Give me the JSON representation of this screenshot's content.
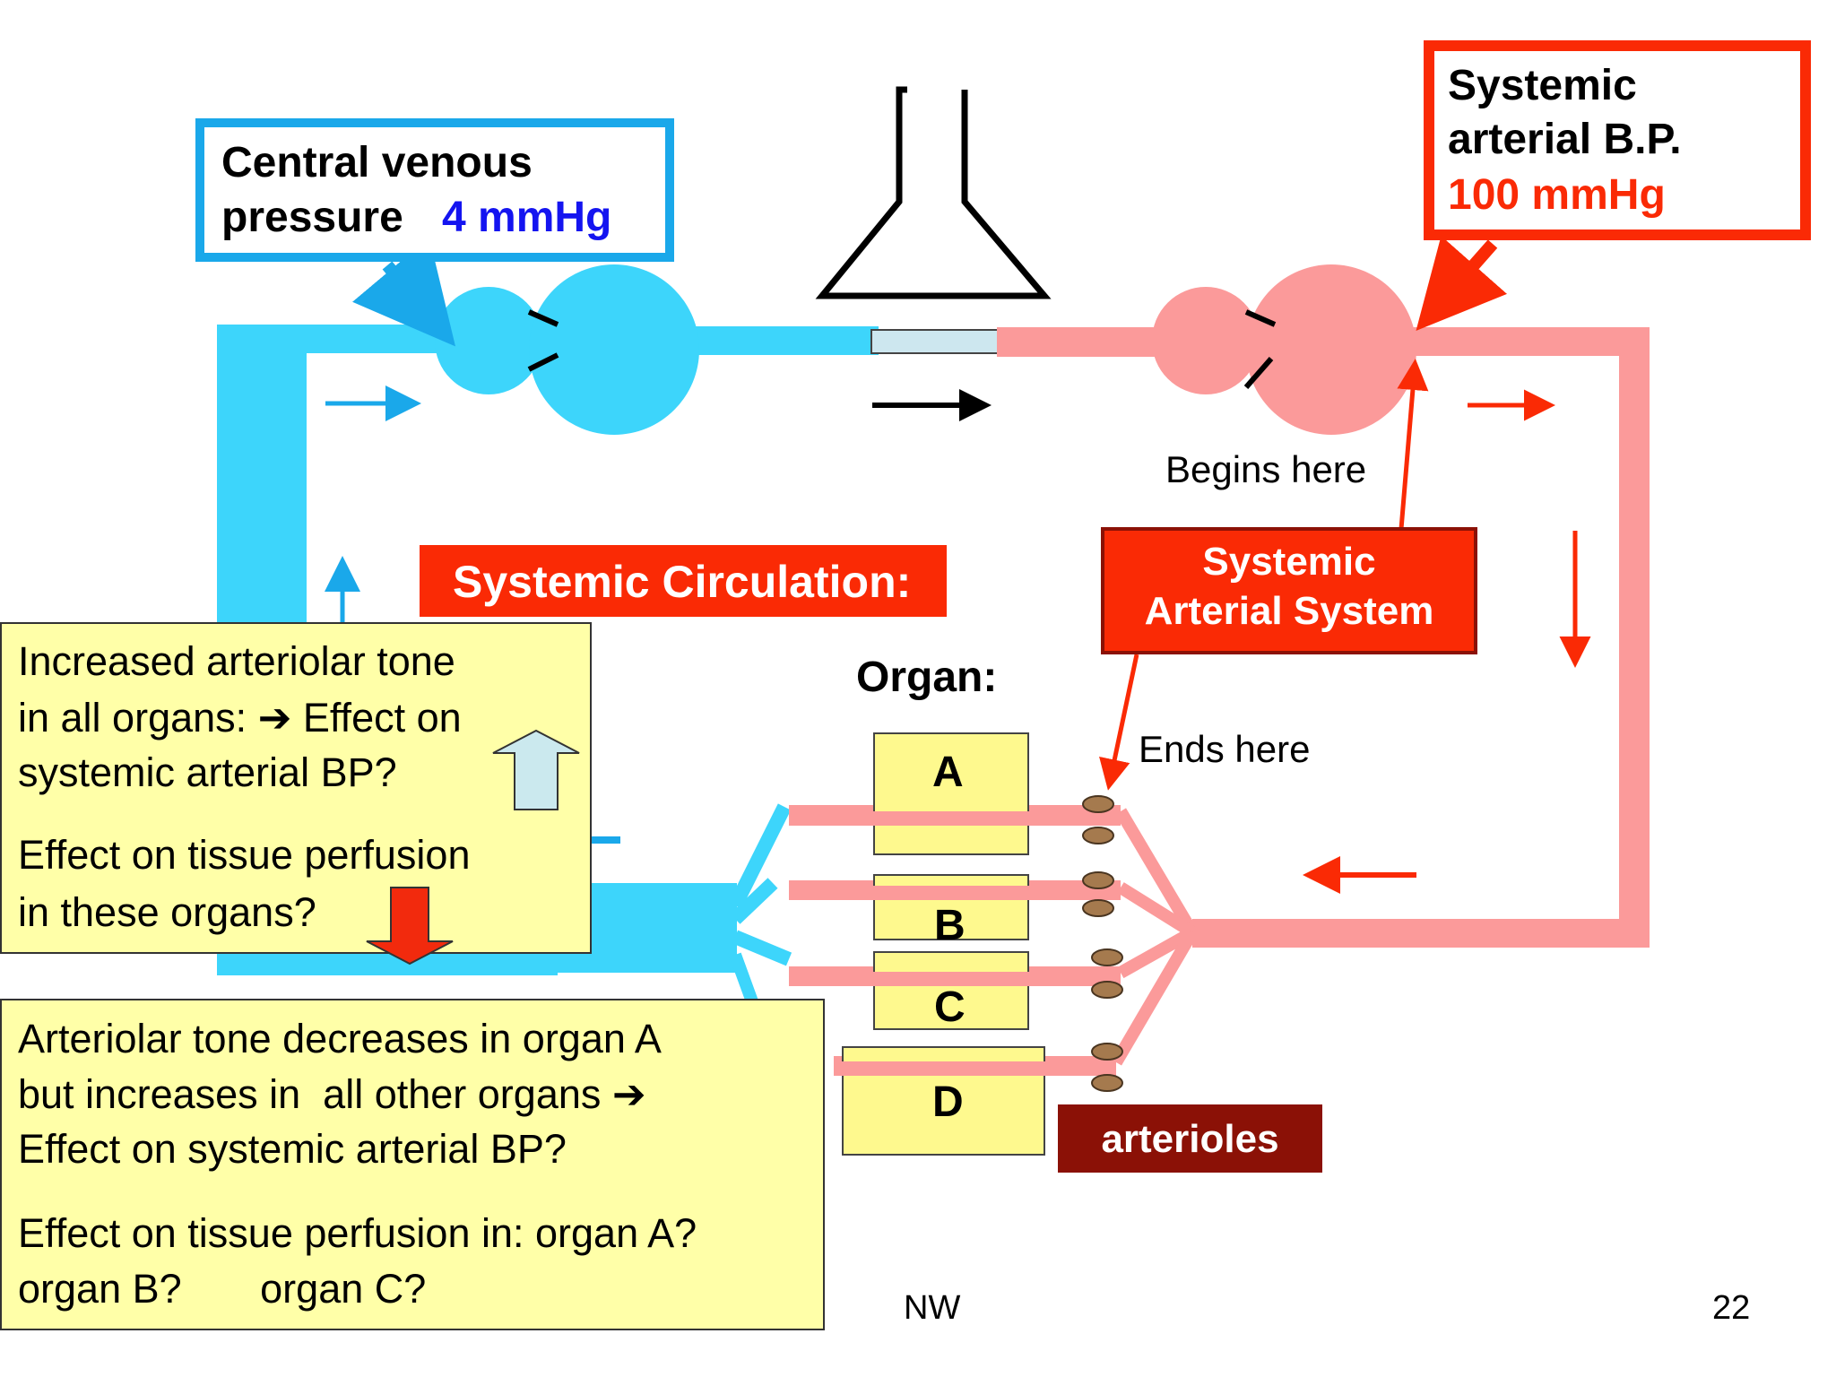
{
  "cvp": {
    "label_line1": "Central venous",
    "label_line2": "pressure",
    "value": "4 mmHg"
  },
  "sabp": {
    "line1": "Systemic",
    "line2": "arterial B.P.",
    "value": "100 mmHg"
  },
  "flow": {
    "begins": "Begins here",
    "ends": "Ends here"
  },
  "title": "Systemic Circulation:",
  "arterial_system": {
    "line1": "Systemic",
    "line2": "Arterial System"
  },
  "organ_heading": "Organ:",
  "organs": [
    "A",
    "B",
    "C",
    "D"
  ],
  "arterioles_label": "arterioles",
  "question1": {
    "line1": "Increased arteriolar tone",
    "line2": "in all organs: ➔ Effect on",
    "line3": "systemic arterial BP?",
    "line4": "Effect on tissue perfusion",
    "line5": "in these organs?"
  },
  "question2": {
    "line1": "Arteriolar tone decreases in organ A",
    "line2": "but increases in  all other organs ➔",
    "line3": "Effect on systemic arterial BP?",
    "line4": "Effect on tissue perfusion in: organ A?",
    "line5": "organ B?       organ C?"
  },
  "footer": {
    "author": "NW",
    "page": "22"
  },
  "colors": {
    "venous": "#3dd5fb",
    "arterial": "#fb9a9a",
    "red_accent": "#fa2a05",
    "blue_value": "#1414f0",
    "dark_red": "#8b1106",
    "organ_fill": "#fef98e",
    "note_fill": "#ffffa8"
  }
}
